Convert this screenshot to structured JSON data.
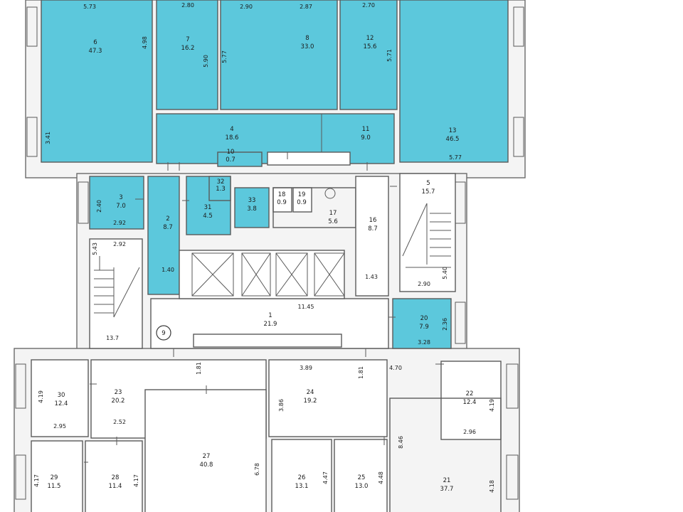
{
  "rooms": [
    {
      "id": "6",
      "area": "47.3"
    },
    {
      "id": "7",
      "area": "16.2"
    },
    {
      "id": "8",
      "area": "33.0"
    },
    {
      "id": "12",
      "area": "15.6"
    },
    {
      "id": "13",
      "area": "46.5"
    },
    {
      "id": "4",
      "area": "18.6"
    },
    {
      "id": "11",
      "area": "9.0"
    },
    {
      "id": "10",
      "area": "0.7"
    },
    {
      "id": "3",
      "area": "7.0"
    },
    {
      "id": "2",
      "area": "8.7"
    },
    {
      "id": "31",
      "area": "4.5"
    },
    {
      "id": "32",
      "area": "1.3"
    },
    {
      "id": "33",
      "area": "3.8"
    },
    {
      "id": "18",
      "area": "0.9"
    },
    {
      "id": "19",
      "area": "0.9"
    },
    {
      "id": "17",
      "area": "5.6"
    },
    {
      "id": "16",
      "area": "8.7"
    },
    {
      "id": "5",
      "area": "15.7"
    },
    {
      "id": "1",
      "area": "21.9"
    },
    {
      "id": "9",
      "area": ""
    },
    {
      "id": "20",
      "area": "7.9"
    },
    {
      "id": "30",
      "area": "12.4"
    },
    {
      "id": "23",
      "area": "20.2"
    },
    {
      "id": "24",
      "area": "19.2"
    },
    {
      "id": "22",
      "area": "12.4"
    },
    {
      "id": "27",
      "area": "40.8"
    },
    {
      "id": "29",
      "area": "11.5"
    },
    {
      "id": "28",
      "area": "11.4"
    },
    {
      "id": "26",
      "area": "13.1"
    },
    {
      "id": "25",
      "area": "13.0"
    },
    {
      "id": "21",
      "area": "37.7"
    }
  ],
  "dims": {
    "d1": "5.73",
    "d2": "2.80",
    "d3": "2.90",
    "d4": "2.87",
    "d5": "2.70",
    "d6": "4.98",
    "d7": "5.90",
    "d8": "5.77",
    "d9": "5.71",
    "d10": "3.41",
    "d11": "5.77",
    "d12": "2.40",
    "d13": "2.92",
    "d14": "1.40",
    "d15": "2.92",
    "d16": "5.43",
    "d17": "1.43",
    "d18": "2.90",
    "d19": "5.40",
    "d20": "11.45",
    "d21": "3.28",
    "d22": "2.36",
    "d23": "1.81",
    "d24": "3.89",
    "d25": "1.81",
    "d26": "4.70",
    "d27": "4.19",
    "d28": "2.95",
    "d29": "2.52",
    "d30": "3.86",
    "d31": "4.19",
    "d32": "2.96",
    "d33": "8.46",
    "d34": "6.78",
    "d35": "4.17",
    "d36": "4.17",
    "d37": "4.47",
    "d38": "4.48",
    "d39": "4.18",
    "d40": "13.7"
  }
}
